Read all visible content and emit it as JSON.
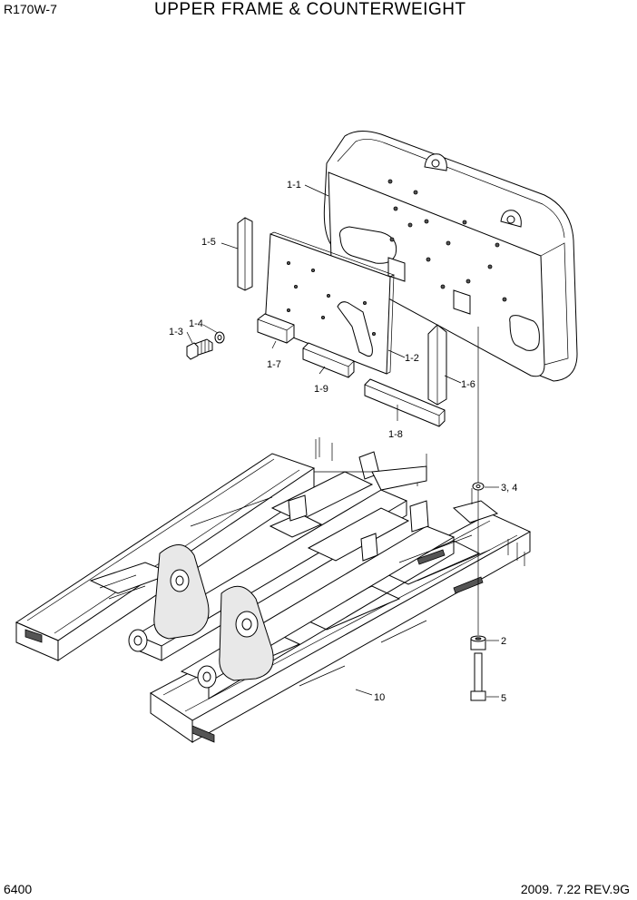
{
  "header": {
    "model": "R170W-7",
    "title": "UPPER FRAME & COUNTERWEIGHT"
  },
  "footer": {
    "page": "6400",
    "date_rev": "2009. 7.22  REV.9G"
  },
  "callouts": {
    "c1_1": "1-1",
    "c1_5": "1-5",
    "c1_4": "1-4",
    "c1_3": "1-3",
    "c1_7": "1-7",
    "c1_2": "1-2",
    "c1_9": "1-9",
    "c1_6": "1-6",
    "c1_8": "1-8",
    "c3_4": "3, 4",
    "c2": "2",
    "c10": "10",
    "c5": "5"
  }
}
